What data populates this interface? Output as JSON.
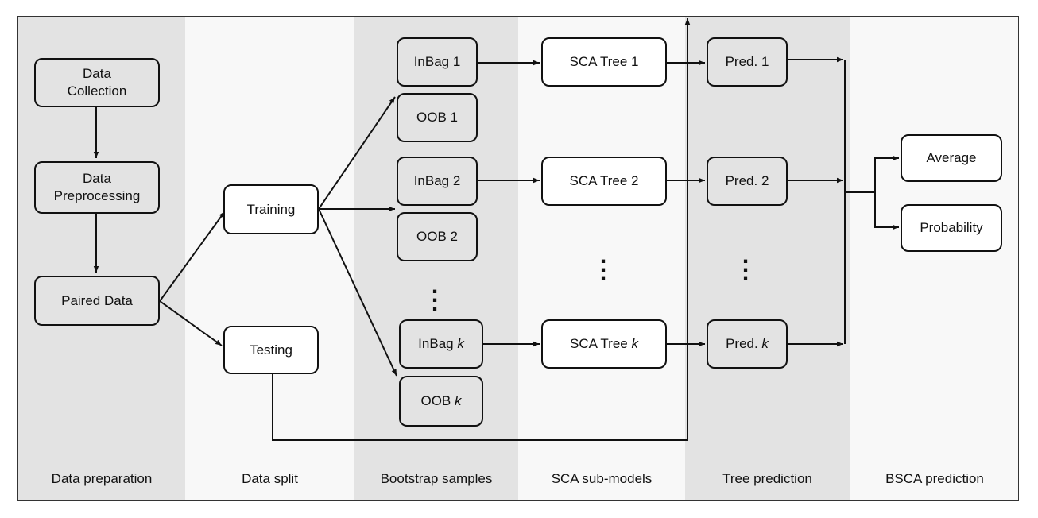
{
  "columns": [
    {
      "label": "Data preparation",
      "shade": "dark"
    },
    {
      "label": "Data split",
      "shade": "light"
    },
    {
      "label": "Bootstrap samples",
      "shade": "dark"
    },
    {
      "label": "SCA sub-models",
      "shade": "light"
    },
    {
      "label": "Tree prediction",
      "shade": "dark"
    },
    {
      "label": "BSCA prediction",
      "shade": "light"
    }
  ],
  "nodes": {
    "data_collection": {
      "label": "Data\nCollection"
    },
    "data_preprocessing": {
      "label": "Data\nPreprocessing"
    },
    "paired_data": {
      "label": "Paired Data"
    },
    "training": {
      "label": "Training"
    },
    "testing": {
      "label": "Testing"
    },
    "inbag_1": {
      "label": "InBag 1"
    },
    "oob_1": {
      "label": "OOB 1"
    },
    "inbag_2": {
      "label": "InBag 2"
    },
    "oob_2": {
      "label": "OOB 2"
    },
    "inbag_k": {
      "prefix": "InBag ",
      "var": "k"
    },
    "oob_k": {
      "prefix": "OOB ",
      "var": "k"
    },
    "sca_tree_1": {
      "label": "SCA Tree 1"
    },
    "sca_tree_2": {
      "label": "SCA Tree 2"
    },
    "sca_tree_k": {
      "prefix": "SCA Tree ",
      "var": "k"
    },
    "pred_1": {
      "label": "Pred. 1"
    },
    "pred_2": {
      "label": "Pred. 2"
    },
    "pred_k": {
      "prefix": "Pred. ",
      "var": "k"
    },
    "average": {
      "label": "Average"
    },
    "probability": {
      "label": "Probability"
    }
  },
  "colors": {
    "shade_dark": "#e3e3e3",
    "shade_light": "#f8f8f8",
    "line": "#111111"
  }
}
